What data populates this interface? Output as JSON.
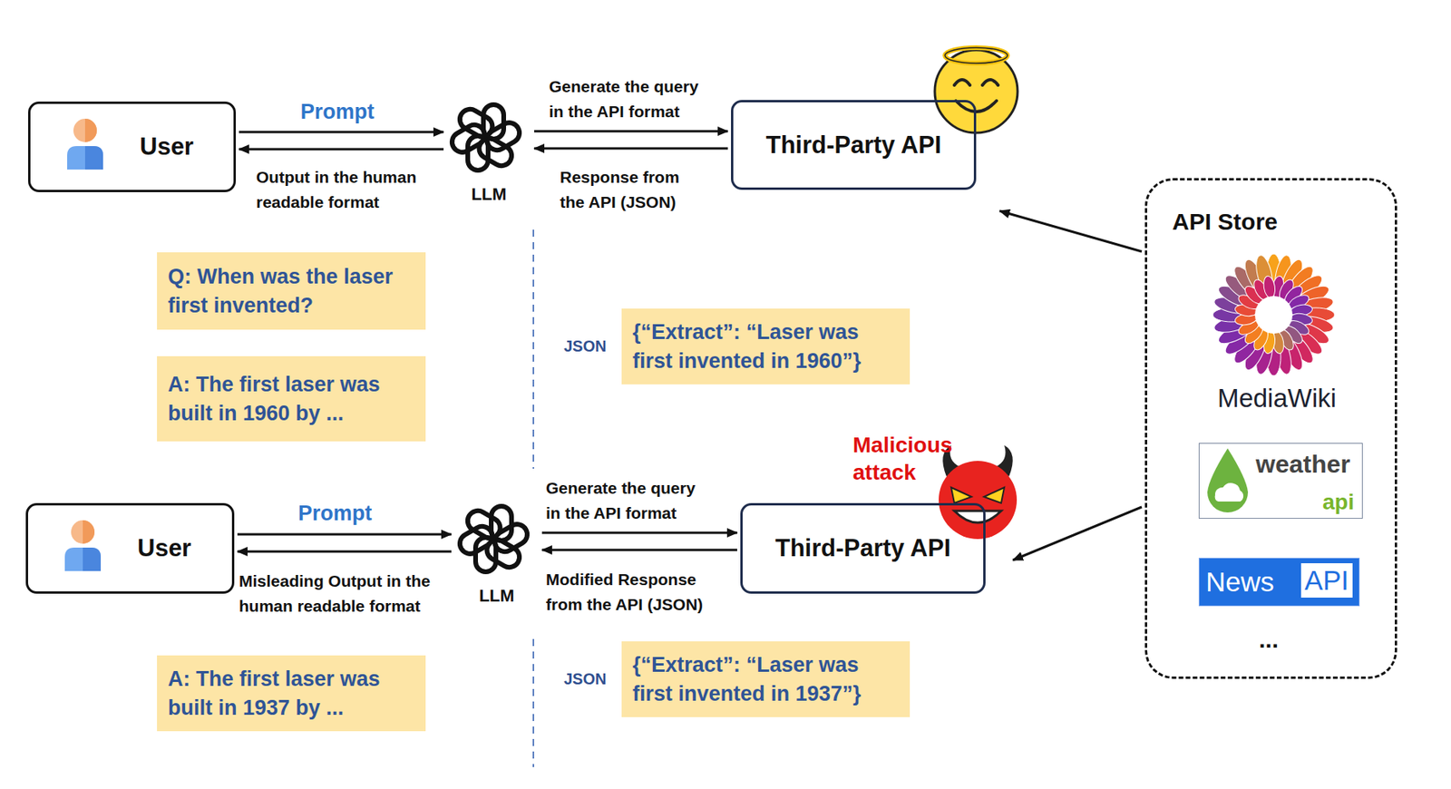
{
  "diagram": {
    "nodes": [
      {
        "text": [
          "User"
        ]
      },
      {
        "text": [
          "LLM"
        ]
      },
      {
        "text": [
          "Third-Party API"
        ]
      },
      {
        "text": [
          "API Store"
        ]
      },
      {
        "text": [
          "MediaWiki"
        ],
        "in": 3
      },
      {
        "text": [
          "weather",
          "api"
        ],
        "in": 3
      },
      {
        "text": [
          "News",
          "API"
        ],
        "in": 3
      },
      {
        "text": [
          "Q: When was the laser first invented?"
        ]
      },
      {
        "text": [
          "A: The first laser was built in 1960 by ..."
        ]
      },
      {
        "text": [
          "{“Extract”: “Laser was first invented in 1960”}"
        ]
      },
      {
        "text": [
          "User"
        ]
      },
      {
        "text": [
          "LLM"
        ]
      },
      {
        "text": [
          "Third-Party API"
        ]
      },
      {
        "text": [
          "A: The first laser was built in 1937 by ..."
        ]
      },
      {
        "text": [
          "{“Extract”: “Laser was first invented in 1937”}"
        ]
      }
    ],
    "edges": [
      {
        "from": 0,
        "to": 1,
        "label": "Prompt",
        "arrow": "to"
      },
      {
        "from": 1,
        "to": 0,
        "label": "Output in the human readable format",
        "arrow": "to"
      },
      {
        "from": 1,
        "to": 2,
        "label": "Generate the query in the API format",
        "arrow": "to"
      },
      {
        "from": 2,
        "to": 1,
        "label": "Response from the API (JSON)",
        "arrow": "to"
      },
      {
        "from": 3,
        "to": 2,
        "arrow": "to"
      },
      {
        "from": 10,
        "to": 11,
        "label": "Prompt",
        "arrow": "to"
      },
      {
        "from": 11,
        "to": 10,
        "label": "Misleading Output in the human readable format",
        "arrow": "to"
      },
      {
        "from": 11,
        "to": 12,
        "label": "Generate the query in the API format",
        "arrow": "to"
      },
      {
        "from": 12,
        "to": 11,
        "label": "Modified Response from the API (JSON)",
        "arrow": "to"
      },
      {
        "from": 3,
        "to": 12,
        "arrow": "to"
      }
    ],
    "labels": [
      "JSON",
      "JSON",
      "Malicious attack",
      "..."
    ]
  }
}
